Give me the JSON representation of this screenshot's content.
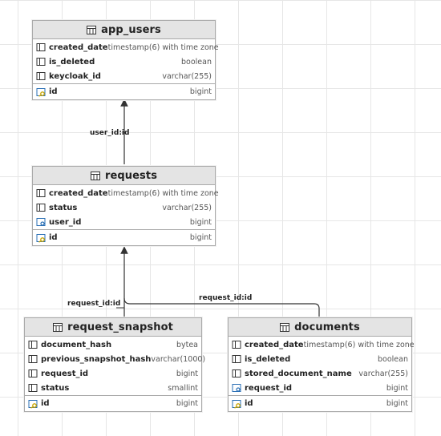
{
  "tables": {
    "app_users": {
      "title": "app_users",
      "columns": [
        {
          "name": "created_date",
          "type": "timestamp(6) with time zone"
        },
        {
          "name": "is_deleted",
          "type": "boolean"
        },
        {
          "name": "keycloak_id",
          "type": "varchar(255)"
        }
      ],
      "pk": {
        "name": "id",
        "type": "bigint"
      }
    },
    "requests": {
      "title": "requests",
      "columns": [
        {
          "name": "created_date",
          "type": "timestamp(6) with time zone"
        },
        {
          "name": "status",
          "type": "varchar(255)"
        },
        {
          "name": "user_id",
          "type": "bigint"
        }
      ],
      "pk": {
        "name": "id",
        "type": "bigint"
      }
    },
    "request_snapshot": {
      "title": "request_snapshot",
      "columns": [
        {
          "name": "document_hash",
          "type": "bytea"
        },
        {
          "name": "previous_snapshot_hash",
          "type": "varchar(1000)"
        },
        {
          "name": "request_id",
          "type": "bigint"
        },
        {
          "name": "status",
          "type": "smallint"
        }
      ],
      "pk": {
        "name": "id",
        "type": "bigint"
      }
    },
    "documents": {
      "title": "documents",
      "columns": [
        {
          "name": "created_date",
          "type": "timestamp(6) with time zone"
        },
        {
          "name": "is_deleted",
          "type": "boolean"
        },
        {
          "name": "stored_document_name",
          "type": "varchar(255)"
        },
        {
          "name": "request_id",
          "type": "bigint"
        }
      ],
      "pk": {
        "name": "id",
        "type": "bigint"
      }
    }
  },
  "relations": {
    "requests_to_app_users": "user_id:id",
    "snapshot_to_requests": "request_id:id",
    "documents_to_requests": "request_id:id"
  },
  "colors": {
    "header_bg": "#e4e4e4",
    "border": "#a9a9a9",
    "key_icon": "#c8a400",
    "link_icon": "#2a6fb5",
    "grid": "#e6e6e6"
  }
}
